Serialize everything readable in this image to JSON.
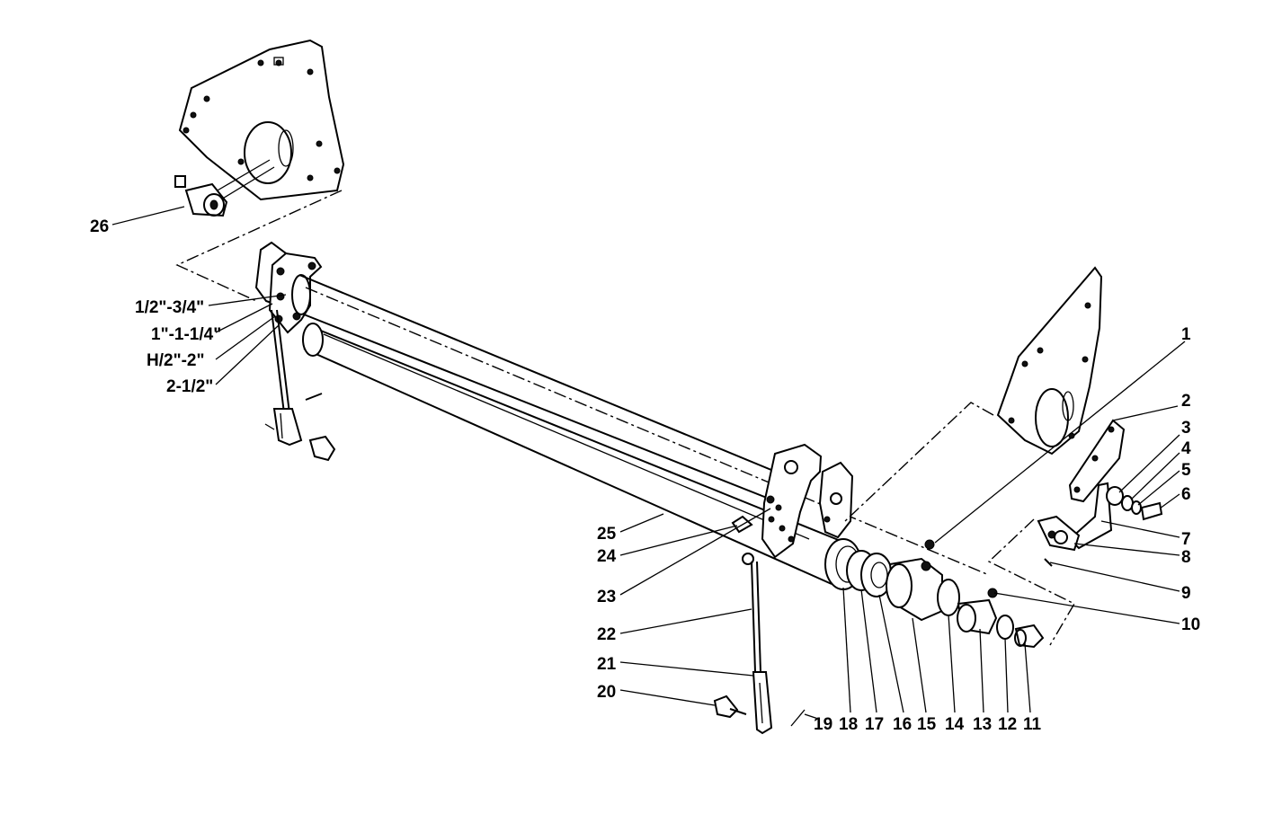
{
  "callouts": {
    "c1": "1",
    "c2": "2",
    "c3": "3",
    "c4": "4",
    "c5": "5",
    "c6": "6",
    "c7": "7",
    "c8": "8",
    "c9": "9",
    "c10": "10",
    "c11": "11",
    "c12": "12",
    "c13": "13",
    "c14": "14",
    "c15": "15",
    "c16": "16",
    "c17": "17",
    "c18": "18",
    "c19": "19",
    "c20": "20",
    "c21": "21",
    "c22": "22",
    "c23": "23",
    "c24": "24",
    "c25": "25",
    "c26": "26"
  },
  "height_settings": {
    "h1": "1/2\"-3/4\"",
    "h2": "1\"-1-1/4\"",
    "h3": "H/2\"-2\"",
    "h4": "2-1/2\""
  }
}
